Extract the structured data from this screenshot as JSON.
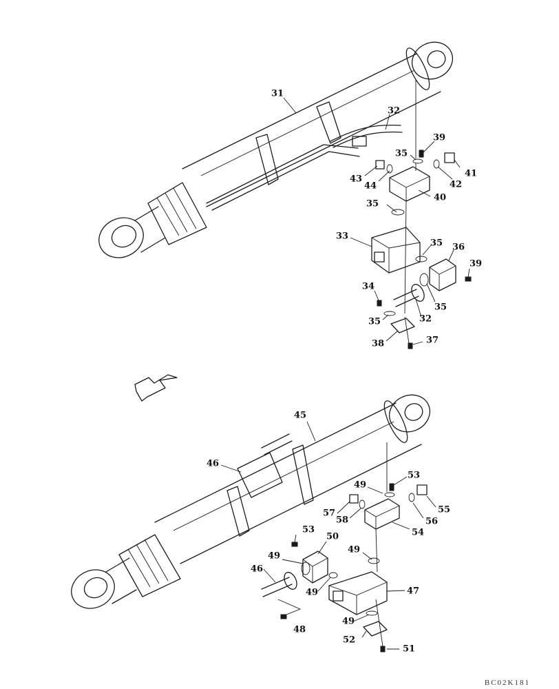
{
  "document_code": "BC02K181",
  "callouts": [
    "31",
    "32",
    "39",
    "35",
    "41",
    "43",
    "44",
    "42",
    "40",
    "35",
    "33",
    "35",
    "36",
    "39",
    "34",
    "35",
    "35",
    "32",
    "38",
    "37",
    "45",
    "46",
    "53",
    "49",
    "55",
    "57",
    "58",
    "56",
    "54",
    "53",
    "50",
    "49",
    "49",
    "46",
    "49",
    "47",
    "49",
    "48",
    "52",
    "51"
  ]
}
